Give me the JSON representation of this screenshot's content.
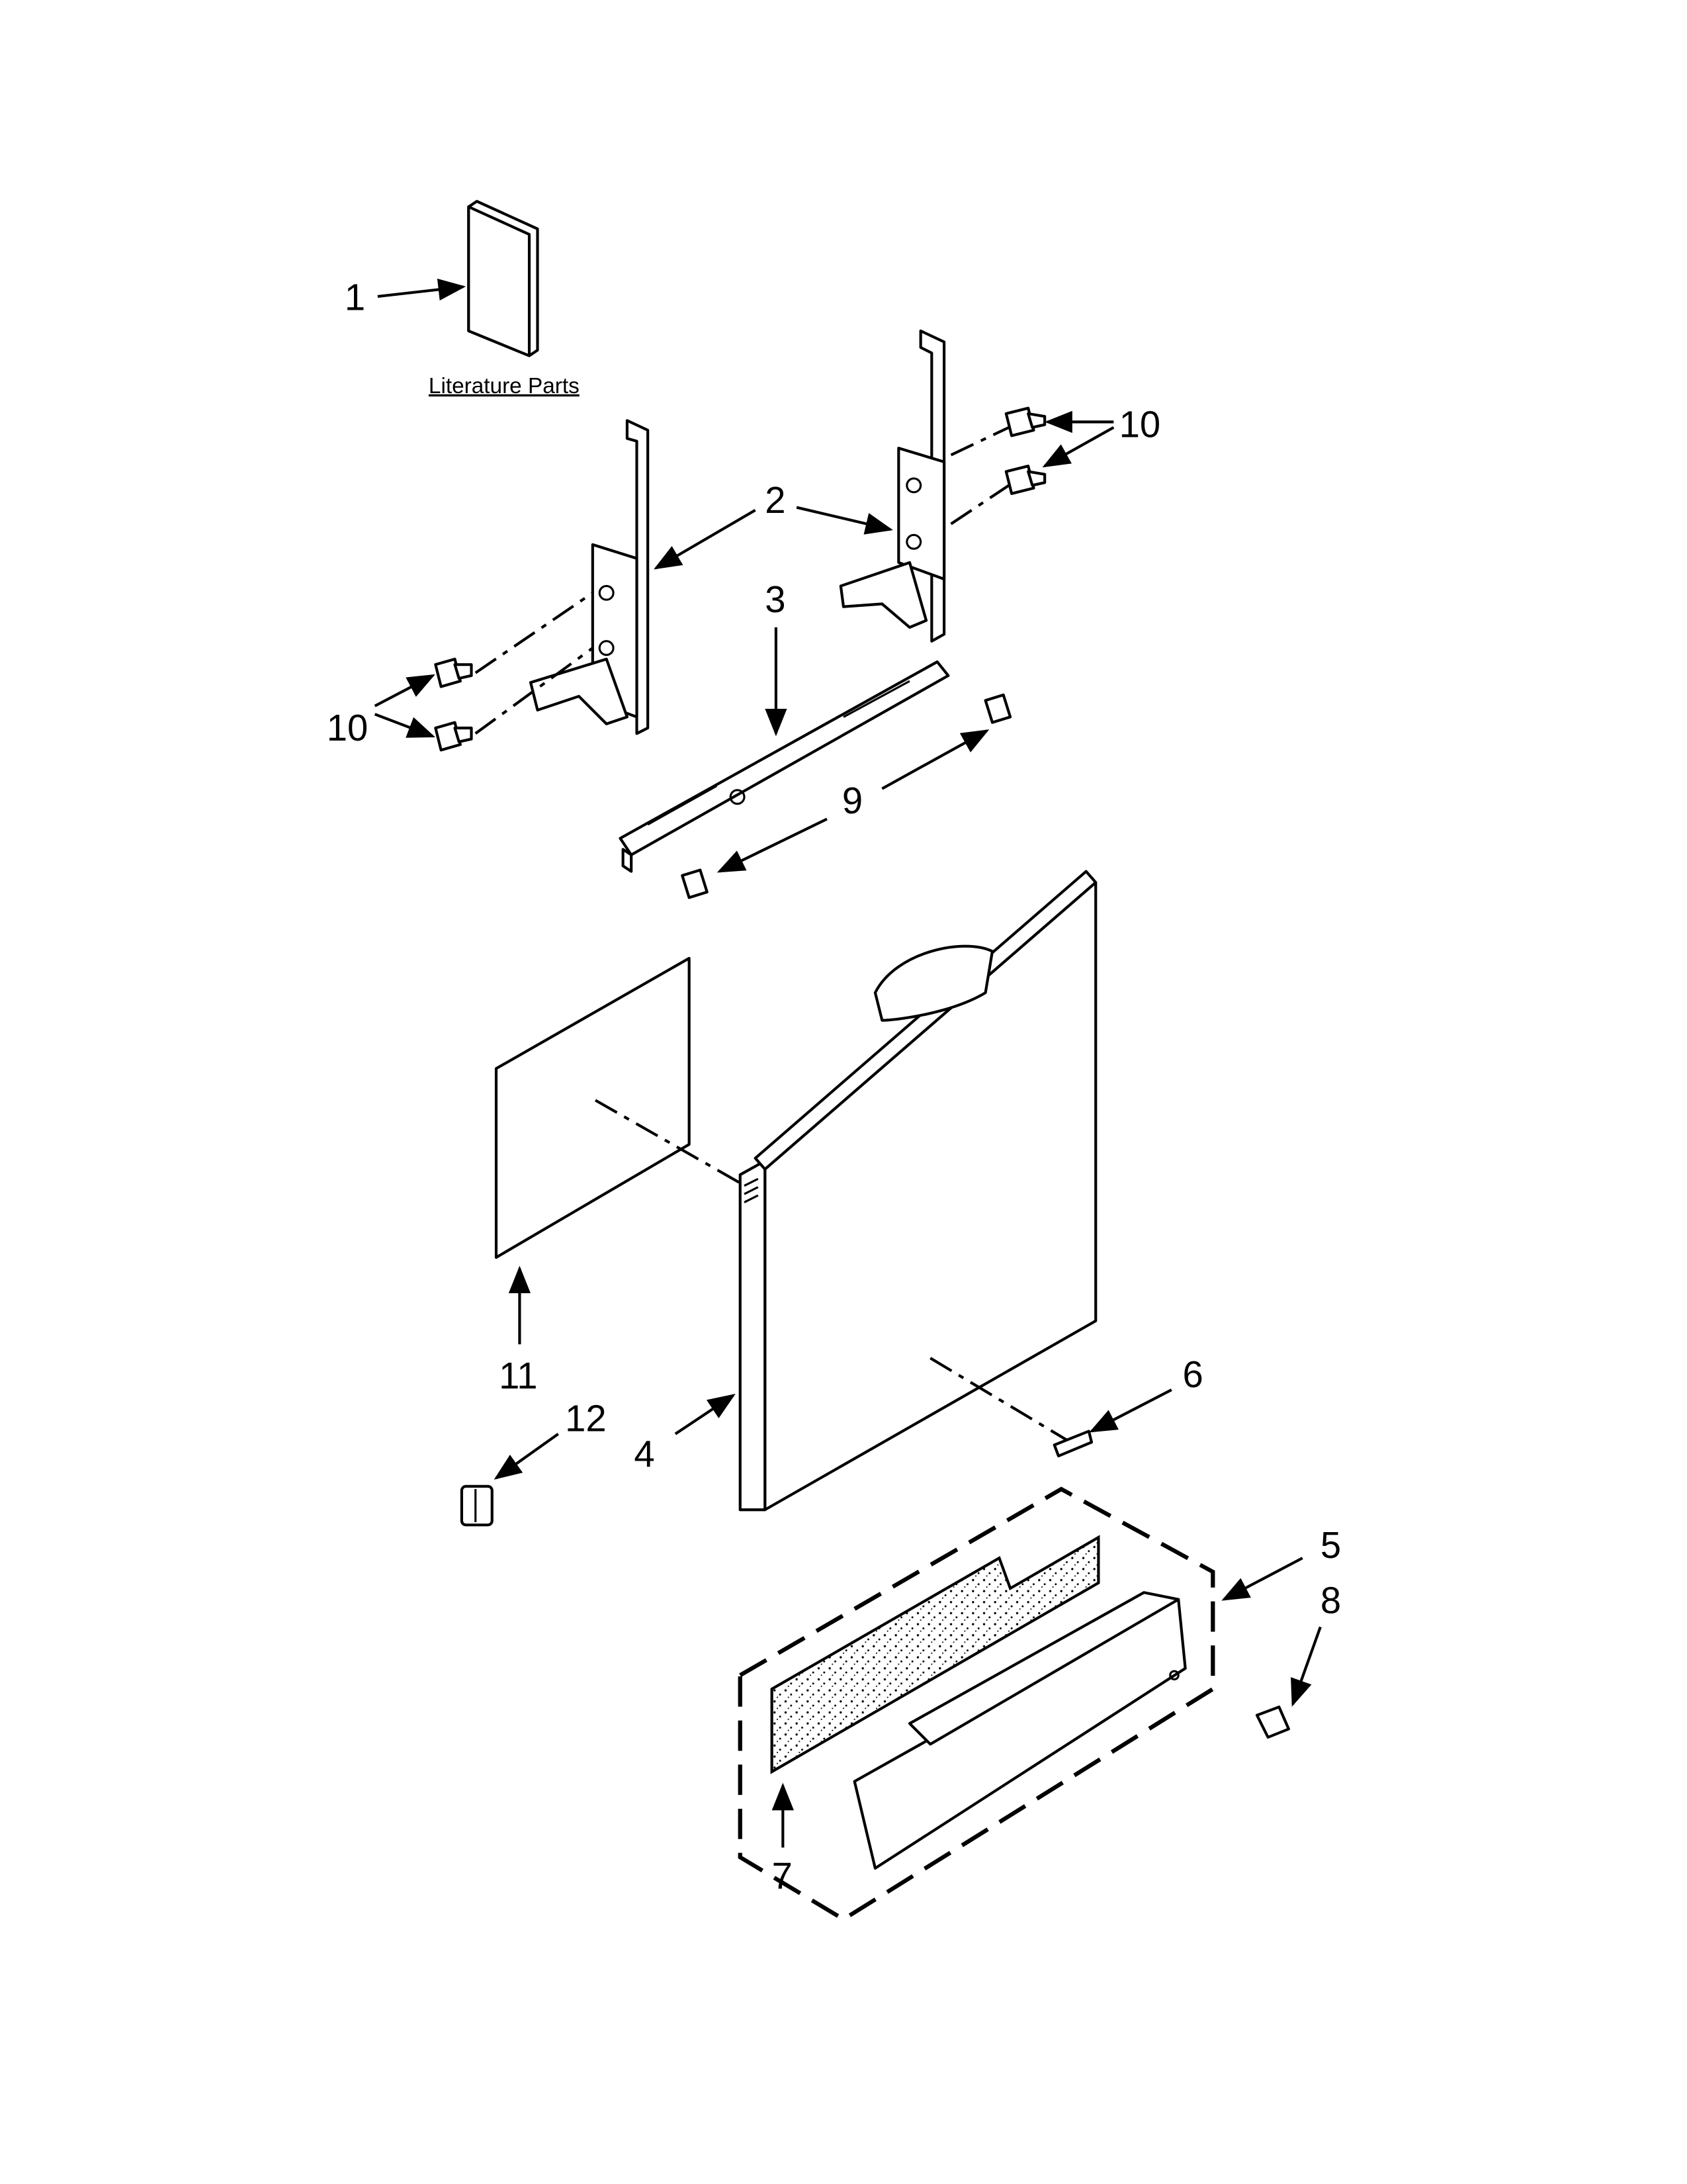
{
  "diagram": {
    "literature_caption": "Literature Parts",
    "callouts": {
      "c1": "1",
      "c2": "2",
      "c3": "3",
      "c4": "4",
      "c5": "5",
      "c6": "6",
      "c7": "7",
      "c8": "8",
      "c9": "9",
      "c10a": "10",
      "c10b": "10",
      "c11": "11",
      "c12": "12"
    }
  }
}
